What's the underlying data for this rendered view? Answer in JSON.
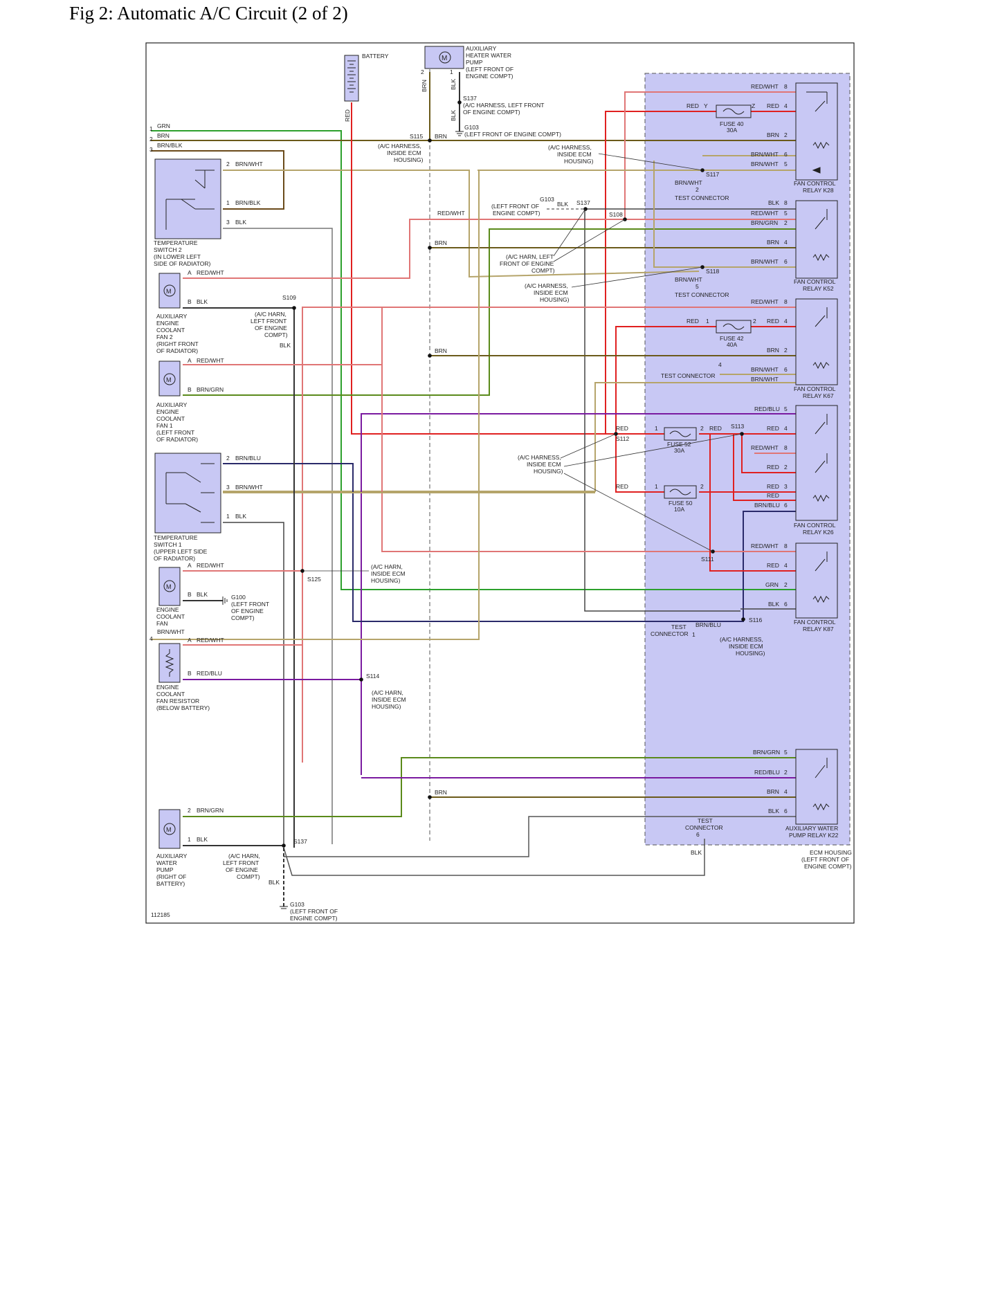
{
  "page_title": "Fig 2: Automatic A/C Circuit (2 of 2)",
  "diagram_id": "112185",
  "colors": {
    "GRN": "#2ca02c",
    "BRN": "#6b5a1a",
    "BRN_BLK": "#6a4a1a",
    "BRN_WHT": "#b5a46a",
    "BLK": "#333333",
    "RED": "#e02020",
    "RED_WHT": "#e07575",
    "BRN_GRN": "#5a8a1a",
    "RED_BLU": "#7a1aa0",
    "BRN_BLU": "#2a2a6a",
    "ecm_fill": "#c8c8f4",
    "component_fill": "#c8c8f4"
  },
  "left": {
    "pins": [
      "1",
      "2",
      "3"
    ],
    "wires": [
      "GRN",
      "BRN",
      "BRN/BLK"
    ],
    "ts2": {
      "pins": [
        "2",
        "1",
        "3"
      ],
      "wires": [
        "BRN/WHT",
        "BRN/BLK",
        "BLK"
      ],
      "label": [
        "TEMPERATURE",
        "SWITCH 2",
        "(IN LOWER LEFT",
        "SIDE OF RADIATOR)"
      ]
    },
    "fan2": {
      "pins": [
        "A",
        "B"
      ],
      "wires": [
        "RED/WHT",
        "BLK"
      ],
      "label": [
        "AUXILIARY",
        "ENGINE",
        "COOLANT",
        "FAN 2",
        "(RIGHT FRONT",
        "OF RADIATOR)"
      ]
    },
    "fan1": {
      "pins": [
        "A",
        "B"
      ],
      "wires": [
        "RED/WHT",
        "BRN/GRN"
      ],
      "label": [
        "AUXILIARY",
        "ENGINE",
        "COOLANT",
        "FAN 1",
        "(LEFT FRONT",
        "OF RADIATOR)"
      ]
    },
    "ts1": {
      "pins": [
        "2",
        "3",
        "1"
      ],
      "wires": [
        "BRN/BLU",
        "BRN/WHT",
        "BLK"
      ],
      "label": [
        "TEMPERATURE",
        "SWITCH 1",
        "(UPPER LEFT SIDE",
        "OF RADIATOR)"
      ]
    },
    "ecf": {
      "pins": [
        "A",
        "B"
      ],
      "wires": [
        "RED/WHT",
        "BLK"
      ],
      "label": [
        "ENGINE",
        "COOLANT",
        "FAN"
      ]
    },
    "g100": [
      "G100",
      "(LEFT FRONT",
      "OF ENGINE",
      "COMPT)"
    ],
    "pin4": "4",
    "brnwht4": "BRN/WHT",
    "res": {
      "pins": [
        "A",
        "B"
      ],
      "wires": [
        "RED/WHT",
        "RED/BLU"
      ],
      "label": [
        "ENGINE",
        "COOLANT",
        "FAN RESISTOR",
        "(BELOW BATTERY)"
      ]
    },
    "awp": {
      "pins": [
        "2",
        "1"
      ],
      "wires": [
        "BRN/GRN",
        "BLK"
      ],
      "label": [
        "AUXILIARY",
        "WATER",
        "PUMP",
        "(RIGHT OF",
        "BATTERY)"
      ]
    }
  },
  "top": {
    "battery": "BATTERY",
    "red": "RED",
    "pump": [
      "AUXILIARY",
      "HEATER WATER",
      "PUMP",
      "(LEFT FRONT OF",
      "ENGINE COMPT)"
    ],
    "pump_pins": [
      "2",
      "1"
    ],
    "brn": "BRN",
    "blk": "BLK",
    "s137": [
      "S137",
      "(A/C HARNESS, LEFT FRONT",
      "OF ENGINE COMPT)"
    ],
    "g103": [
      "G103",
      "(LEFT FRONT OF ENGINE COMPT)"
    ],
    "s115": [
      "S115",
      "BRN"
    ],
    "s115_cap": [
      "(A/C HARNESS,",
      "INSIDE ECM",
      "HOUSING)"
    ]
  },
  "mid": {
    "s109": "S109",
    "s109_cap": [
      "(A/C HARN,",
      "LEFT FRONT",
      "OF ENGINE",
      "COMPT)"
    ],
    "blk": "BLK",
    "red_wht": "RED/WHT",
    "brn": "BRN",
    "g103b": [
      "G103",
      "(LEFT FRONT OF",
      "ENGINE COMPT)"
    ],
    "blk2": "BLK",
    "s137b": "S137",
    "s108": "S108",
    "harn_lf": [
      "(A/C HARN, LEFT",
      "FRONT OF ENGINE",
      "COMPT)"
    ],
    "harn_ecm1": [
      "(A/C HARNESS,",
      "INSIDE ECM",
      "HOUSING)"
    ],
    "harn_ecm2": [
      "(A/C HARNESS,",
      "INSIDE ECM",
      "HOUSING)"
    ],
    "harn_ecm3": [
      "(A/C HARNESS,",
      "INSIDE ECM",
      "HOUSING)"
    ],
    "s125": "S125",
    "s125_cap": [
      "(A/C HARN,",
      "INSIDE ECM",
      "HOUSING)"
    ],
    "s114": "S114",
    "s114_cap": [
      "(A/C HARN,",
      "INSIDE ECM",
      "HOUSING)"
    ],
    "s137c": "S137",
    "s137c_cap": [
      "(A/C HARN,",
      "LEFT FRONT",
      "OF ENGINE",
      "COMPT)"
    ],
    "blk3": "BLK",
    "g103c": [
      "G103",
      "(LEFT FRONT OF",
      "ENGINE COMPT)"
    ]
  },
  "ecm": {
    "k28": {
      "label": [
        "FAN CONTROL",
        "RELAY K28"
      ],
      "rows": [
        [
          "RED/WHT",
          "8"
        ],
        [
          "RED",
          "4"
        ],
        [
          "BRN",
          "2"
        ],
        [
          "BRN/WHT",
          "6"
        ],
        [
          "BRN/WHT",
          "5"
        ]
      ]
    },
    "fuse40": {
      "label": [
        "FUSE 40",
        "30A"
      ],
      "left": "RED",
      "pinl": "Y",
      "pinr": "Z"
    },
    "s117": "S117",
    "tc2": {
      "wire": "BRN/WHT",
      "pin": "2",
      "label": "TEST CONNECTOR"
    },
    "k52": {
      "label": [
        "FAN CONTROL",
        "RELAY K52"
      ],
      "rows": [
        [
          "BLK",
          "8"
        ],
        [
          "RED/WHT",
          "5"
        ],
        [
          "BRN/GRN",
          "2"
        ],
        [
          "BRN",
          "4"
        ],
        [
          "BRN/WHT",
          "6"
        ]
      ]
    },
    "s118": "S118",
    "tc5": {
      "wire": "BRN/WHT",
      "pin": "5",
      "label": "TEST CONNECTOR"
    },
    "k67": {
      "label": [
        "FAN CONTROL",
        "RELAY K67"
      ],
      "rows": [
        [
          "RED/WHT",
          "8"
        ],
        [
          "RED",
          "4"
        ],
        [
          "BRN",
          "2"
        ],
        [
          "BRN/WHT",
          "6"
        ],
        [
          "BRN/WHT",
          ""
        ]
      ]
    },
    "fuse42": {
      "label": [
        "FUSE 42",
        "40A"
      ],
      "left": "RED",
      "pinl": "1",
      "pinr": "2"
    },
    "tc4": {
      "pin": "4",
      "label": "TEST CONNECTOR"
    },
    "k26": {
      "label": [
        "FAN CONTROL",
        "RELAY K26"
      ],
      "rows": [
        [
          "RED/BLU",
          "5"
        ],
        [
          "RED",
          "4"
        ],
        [
          "RED/WHT",
          "8"
        ],
        [
          "RED",
          "2"
        ],
        [
          "RED",
          "3"
        ],
        [
          "RED",
          ""
        ],
        [
          "BRN/BLU",
          "6"
        ]
      ]
    },
    "fuse52": {
      "label": [
        "FUSE 52",
        "30A"
      ],
      "left": "RED",
      "pinl": "1",
      "pinr": "2",
      "right": "RED"
    },
    "s112": "S112",
    "s113": "S113",
    "fuse50": {
      "label": [
        "FUSE 50",
        "10A"
      ],
      "left": "RED",
      "pinl": "1",
      "pinr": "2"
    },
    "s111": "S111",
    "k87": {
      "label": [
        "FAN CONTROL",
        "RELAY K87"
      ],
      "rows": [
        [
          "RED/WHT",
          "8"
        ],
        [
          "RED",
          "4"
        ],
        [
          "GRN",
          "2"
        ],
        [
          "BLK",
          "6"
        ]
      ]
    },
    "s116": "S116",
    "tc1": {
      "wire": "BRN/BLU",
      "pin": "1",
      "label": [
        "TEST",
        "CONNECTOR"
      ]
    },
    "s116_cap": [
      "(A/C HARNESS,",
      "INSIDE ECM",
      "HOUSING)"
    ],
    "k22": {
      "label": [
        "AUXILIARY WATER",
        "PUMP RELAY K22"
      ],
      "rows": [
        [
          "BRN/GRN",
          "5"
        ],
        [
          "RED/BLU",
          "2"
        ],
        [
          "BRN",
          "4"
        ],
        [
          "BLK",
          "6"
        ]
      ]
    },
    "tc6": {
      "label": [
        "TEST",
        "CONNECTOR"
      ],
      "pin": "6",
      "wire": "BLK"
    },
    "housing": [
      "ECM HOUSING",
      "(LEFT FRONT OF",
      "ENGINE COMPT)"
    ]
  }
}
